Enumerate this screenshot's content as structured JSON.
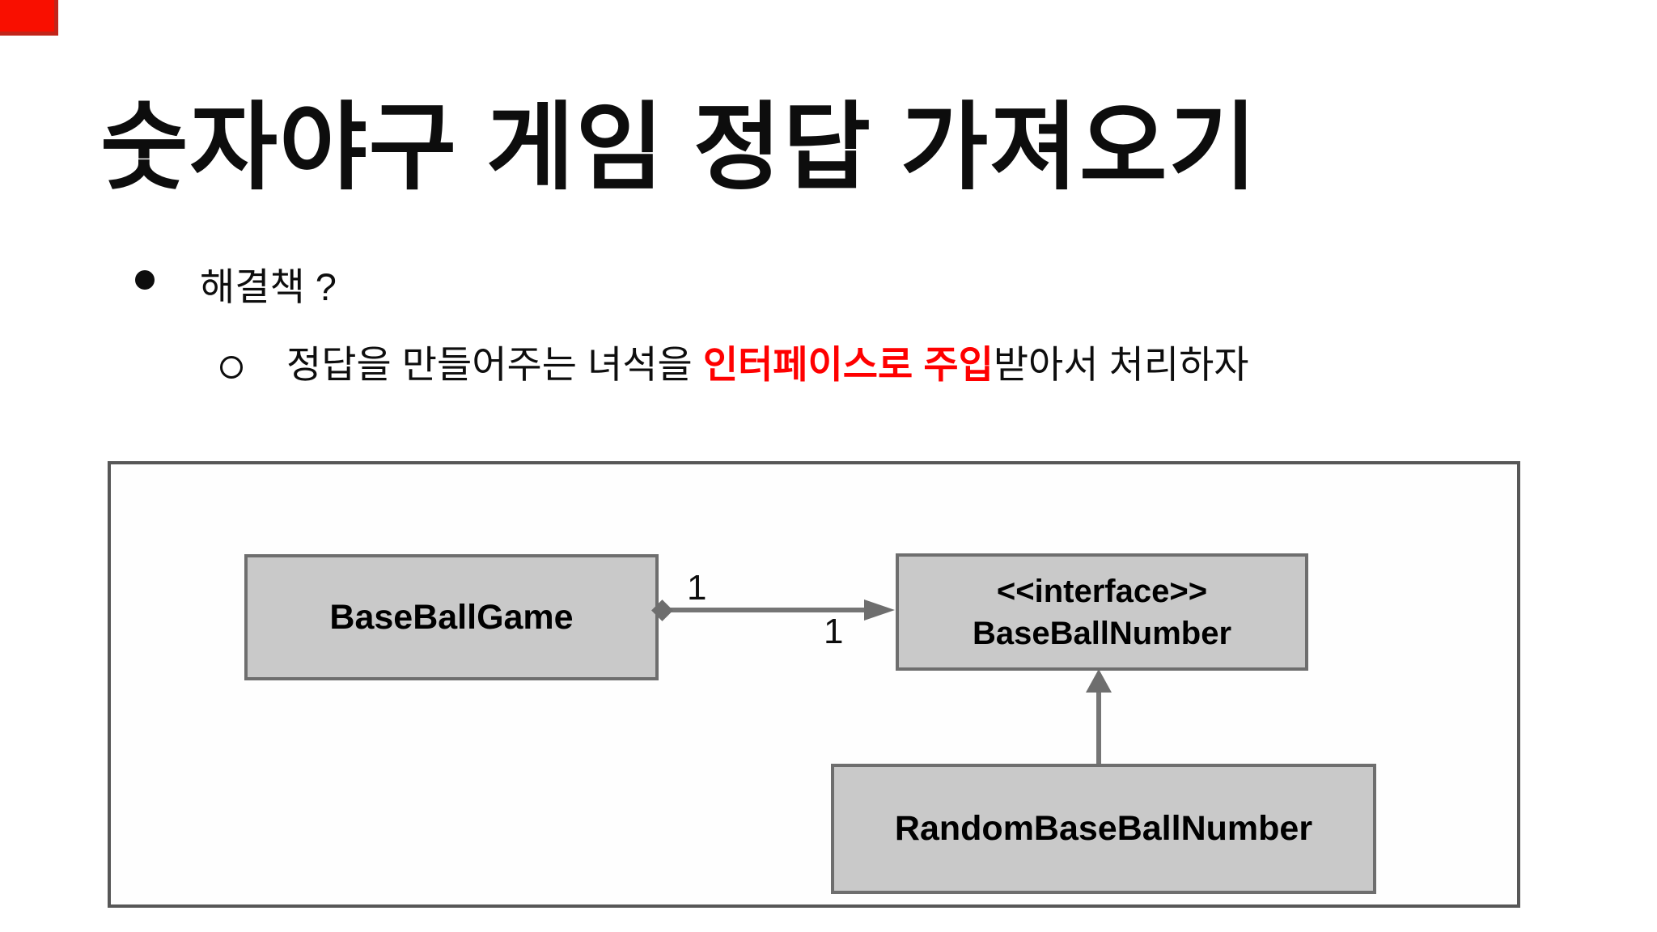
{
  "slide": {
    "title": "숫자야구 게임 정답 가져오기",
    "bullet": {
      "label": "해결책 ?"
    },
    "sub_bullet": {
      "prefix": "정답을 만들어주는 녀석을 ",
      "highlight": "인터페이스로 주입",
      "suffix": "받아서 처리하자"
    }
  },
  "diagram": {
    "nodes": {
      "game": {
        "label": "BaseBallGame"
      },
      "number": {
        "stereotype": "<<interface>>",
        "label": "BaseBallNumber"
      },
      "random": {
        "label": "RandomBaseBallNumber"
      }
    },
    "edges": {
      "composition": {
        "from": "BaseBallGame",
        "to": "BaseBallNumber",
        "type": "directed-composition",
        "multiplicity_source": "1",
        "multiplicity_target": "1"
      },
      "realization": {
        "from": "RandomBaseBallNumber",
        "to": "BaseBallNumber",
        "type": "generalization"
      }
    }
  },
  "colors": {
    "highlight_text": "#ff0000",
    "corner_mark": "#f90f00",
    "node_fill": "#c9c9c9",
    "node_border": "#6e6e6e",
    "connector": "#757575",
    "frame_border": "#575757",
    "text": "#0d0d0d"
  }
}
